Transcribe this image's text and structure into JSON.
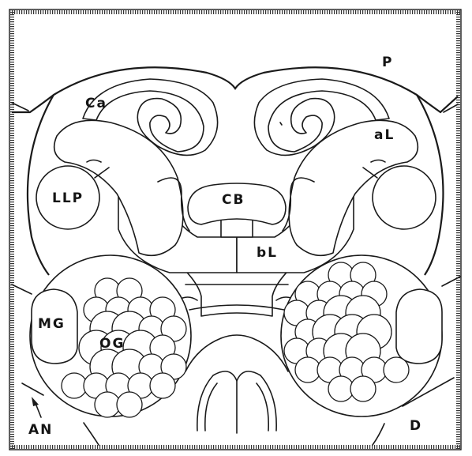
{
  "labels": {
    "p": "P",
    "ca": "Ca",
    "al": "aL",
    "llp": "LLP",
    "cb": "CB",
    "bl": "bL",
    "mg": "MG",
    "og": "OG",
    "an": "AN",
    "d": "D"
  }
}
